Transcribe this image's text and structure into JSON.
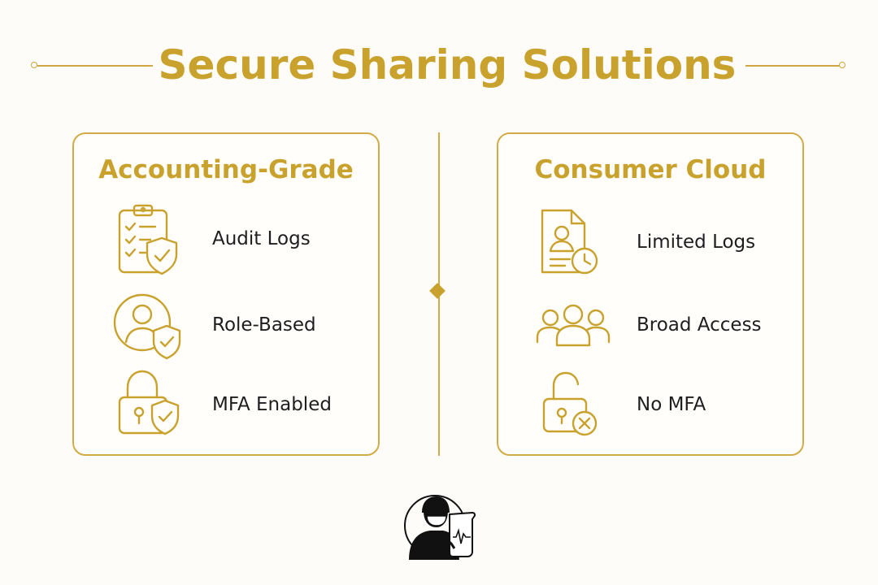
{
  "title": "Secure Sharing Solutions",
  "colors": {
    "accent": "#c9a22d",
    "border": "#d2ab45",
    "text": "#1e1e1e",
    "background": "#fdfcf9"
  },
  "panels": [
    {
      "heading": "Accounting-Grade",
      "items": [
        {
          "label": "Audit Logs",
          "icon": "clipboard-shield-icon"
        },
        {
          "label": "Role-Based",
          "icon": "user-shield-icon"
        },
        {
          "label": "MFA Enabled",
          "icon": "lock-shield-icon"
        }
      ]
    },
    {
      "heading": "Consumer Cloud",
      "items": [
        {
          "label": "Limited Logs",
          "icon": "document-clock-icon"
        },
        {
          "label": "Broad Access",
          "icon": "group-icon"
        },
        {
          "label": "No MFA",
          "icon": "unlocked-x-icon"
        }
      ]
    }
  ]
}
